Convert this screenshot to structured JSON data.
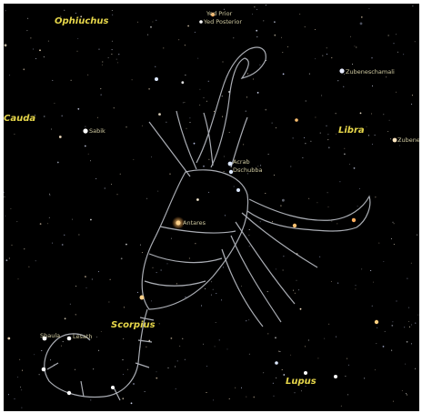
{
  "constellations": {
    "ophiuchus": "Ophiuchus",
    "libra": "Libra",
    "scorpius": "Scorpius",
    "lupus": "Lupus",
    "cauda": "Cauda"
  },
  "stars": {
    "yed_prior": "Yed Prior",
    "yed_posterior": "Yed Posterior",
    "zubeneschamali": "Zubeneschamali",
    "zubenelgenubi": "Zubenel",
    "sabik": "Sabik",
    "acrab": "Acrab",
    "dschubba": "Dschubba",
    "antares": "Antares",
    "shaula": "Shaula",
    "lesath": "Lesath"
  },
  "colors": {
    "background": "#000000",
    "constellation_label": "#e6d64a",
    "star_label": "#cfc9a0",
    "artwork": "#c8ccd4"
  }
}
